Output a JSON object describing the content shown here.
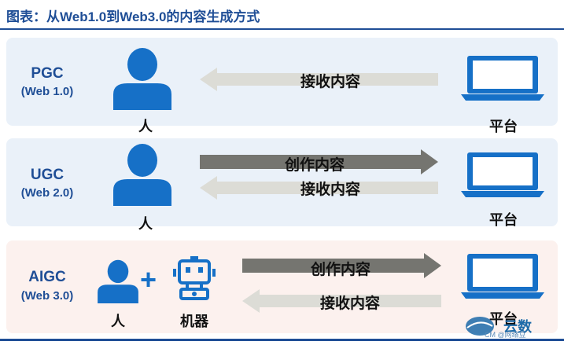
{
  "title": "图表：从Web1.0到Web3.0的内容生成方式",
  "colors": {
    "accent": "#1670c7",
    "title": "#1f4e96",
    "arrow_light": "#dcdcd6",
    "arrow_dark": "#757570"
  },
  "rows": [
    {
      "label": "PGC",
      "sublabel": "(Web 1.0)",
      "person_caption": "人",
      "platform_caption": "平台",
      "receive_label": "接收内容"
    },
    {
      "label": "UGC",
      "sublabel": "(Web 2.0)",
      "person_caption": "人",
      "platform_caption": "平台",
      "create_label": "创作内容",
      "receive_label": "接收内容"
    },
    {
      "label": "AIGC",
      "sublabel": "(Web 3.0)",
      "person_caption": "人",
      "robot_caption": "机器",
      "platform_caption": "平台",
      "create_label": "创作内容",
      "receive_label": "接收内容"
    }
  ],
  "watermark": {
    "text": "云数",
    "small": "CM @网络豆"
  }
}
